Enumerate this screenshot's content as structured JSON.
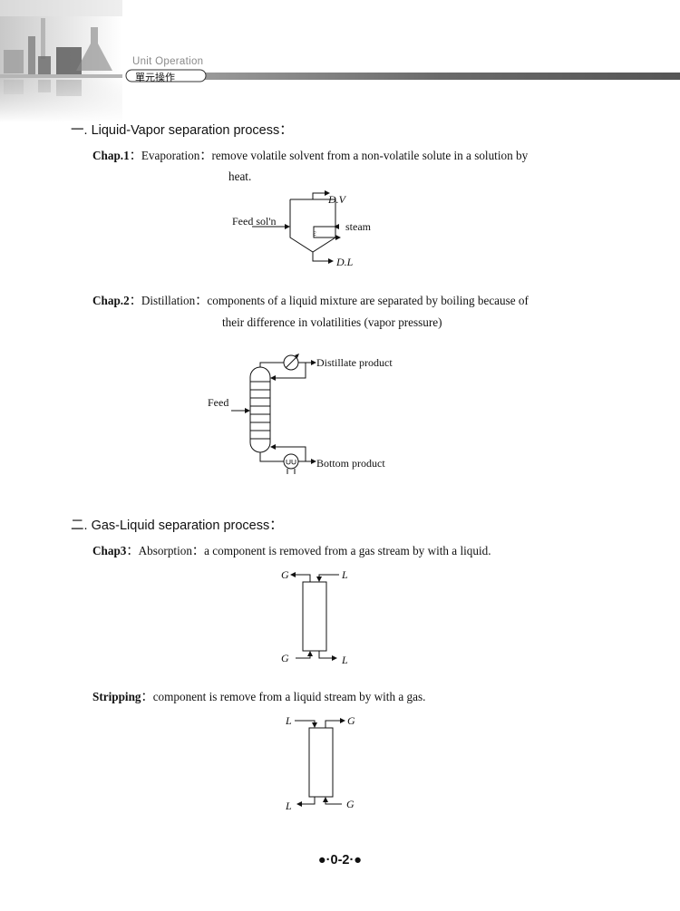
{
  "header": {
    "subtitle_en": "Unit Operation",
    "subtitle_cn": "單元操作"
  },
  "section1": {
    "number": "一.",
    "title": "Liquid-Vapor separation process："
  },
  "chap1": {
    "label": "Chap.1",
    "name": "：Evaporation：",
    "text_line1": "remove volatile solvent from a non-volatile solute in a solution by",
    "text_line2": "heat.",
    "diagram": {
      "feed": "Feed sol'n",
      "top": "D.V",
      "steam": "steam",
      "bottom": "D.L"
    }
  },
  "chap2": {
    "label": "Chap.2",
    "name": "：Distillation：",
    "text_line1": "components of a liquid mixture are separated by boiling because of",
    "text_line2": "their difference in volatilities (vapor pressure)",
    "diagram": {
      "feed": "Feed",
      "distillate": "Distillate product",
      "bottom": "Bottom product"
    }
  },
  "section2": {
    "number": "二.",
    "title": "Gas-Liquid separation process："
  },
  "chap3": {
    "label": "Chap3",
    "name": "：Absorption：",
    "text": "a component is removed from a gas stream by with a liquid.",
    "diagram": {
      "top_left": "G",
      "top_right": "L",
      "bottom_left": "G",
      "bottom_right": "L"
    }
  },
  "stripping": {
    "label": "Stripping",
    "text": "：component is remove from a liquid stream by with a gas.",
    "diagram": {
      "top_left": "L",
      "top_right": "G",
      "bottom_left": "L",
      "bottom_right": "G"
    }
  },
  "footer": {
    "page": "●·0-2·●"
  }
}
